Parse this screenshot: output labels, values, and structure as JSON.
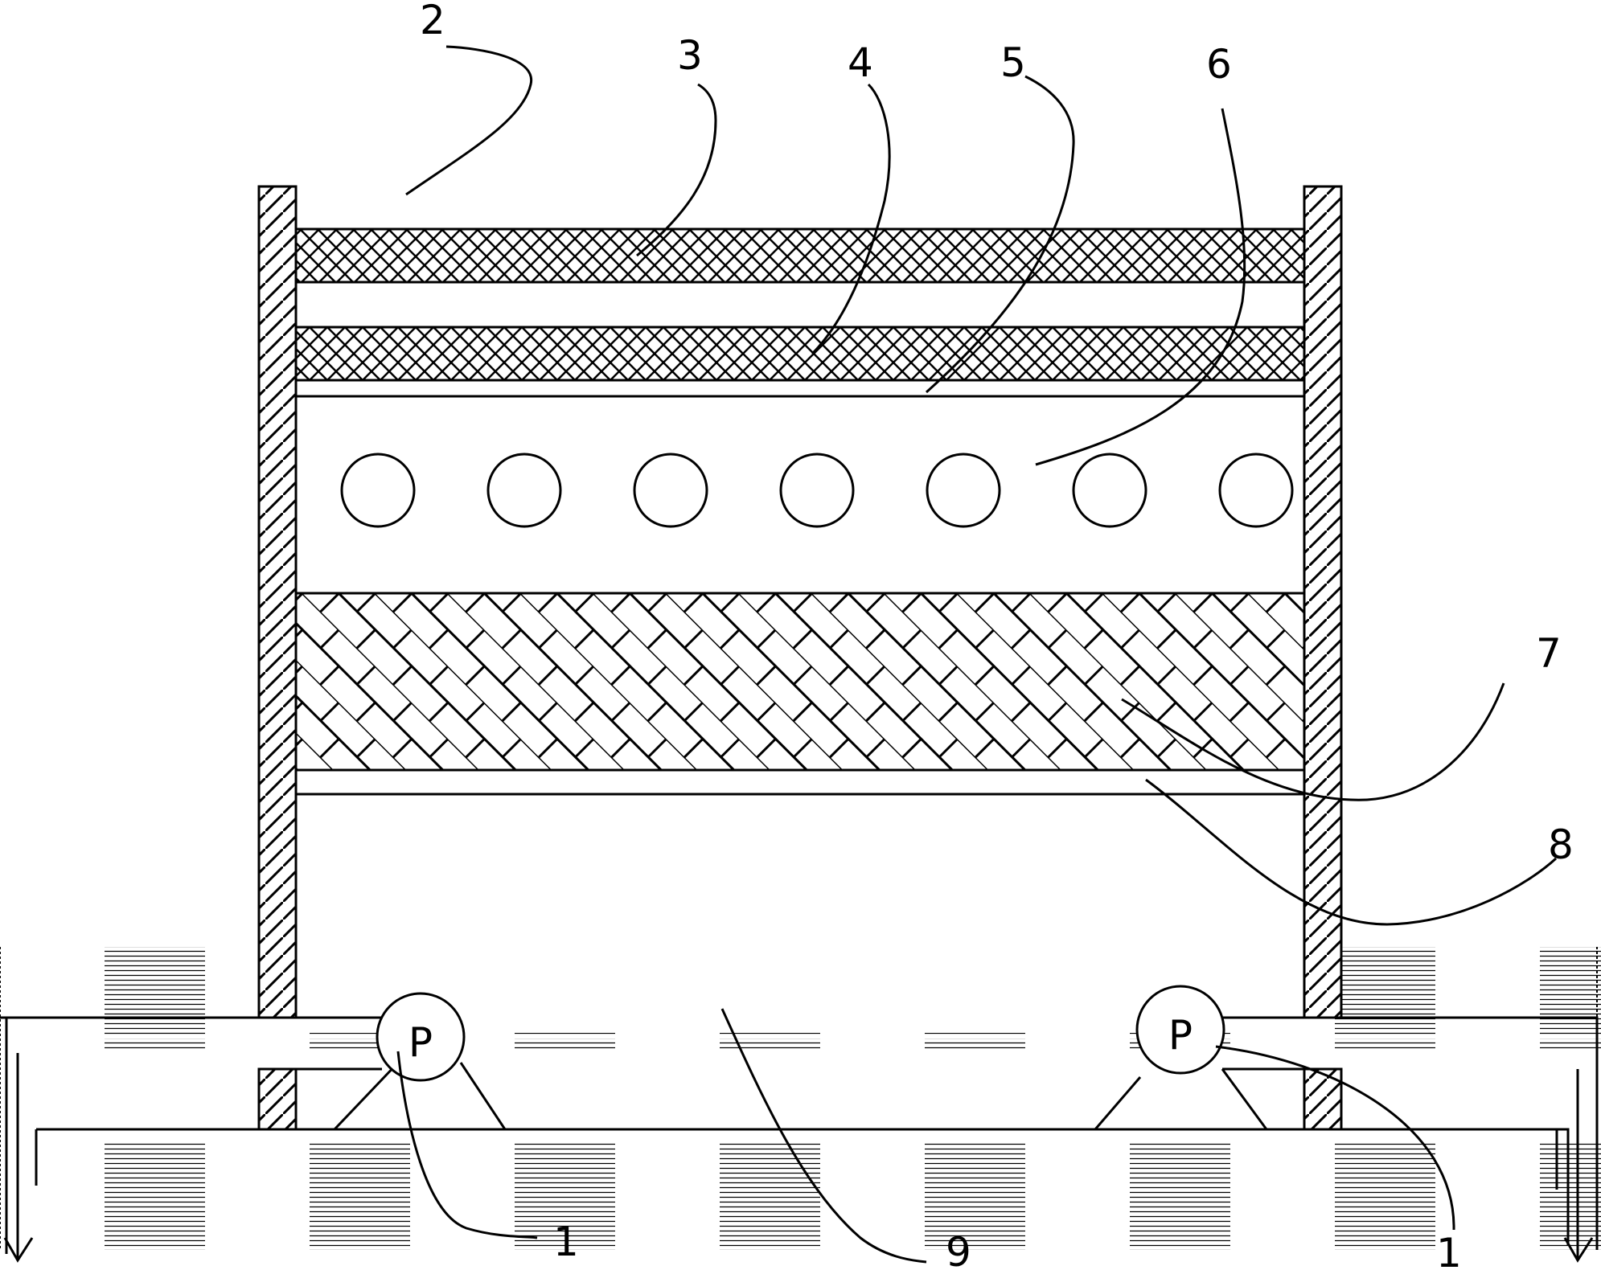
{
  "labels": {
    "l1a": "1",
    "l1b": "1",
    "l2": "2",
    "l3": "3",
    "l4": "4",
    "l5": "5",
    "l6": "6",
    "l7": "7",
    "l8": "8",
    "l9": "9"
  },
  "pump_symbol": "P",
  "colors": {
    "ink": "#000000",
    "background": "#ffffff"
  },
  "tube_count": 7
}
